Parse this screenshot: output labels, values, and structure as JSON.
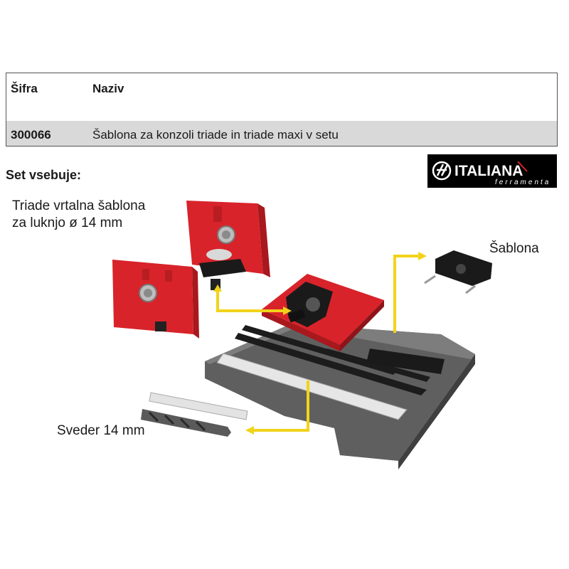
{
  "table": {
    "headers": [
      "Šifra",
      "Naziv"
    ],
    "rows": [
      {
        "code": "300066",
        "name": "Šablona za konzoli triade in triade maxi v setu"
      }
    ]
  },
  "section_title": "Set vsebuje:",
  "logo": {
    "brand": "ITALIANA",
    "sub": "ferramenta"
  },
  "labels": {
    "jig_line1": "Triade vrtalna šablona",
    "jig_line2": "za luknjo ø 14 mm",
    "template": "Šablona",
    "drill": "Sveder 14 mm"
  },
  "colors": {
    "accent_arrow": "#f2d31b",
    "product_red": "#d8232a",
    "foam": "#6b6b6b",
    "table_row": "#d9d9d9"
  }
}
